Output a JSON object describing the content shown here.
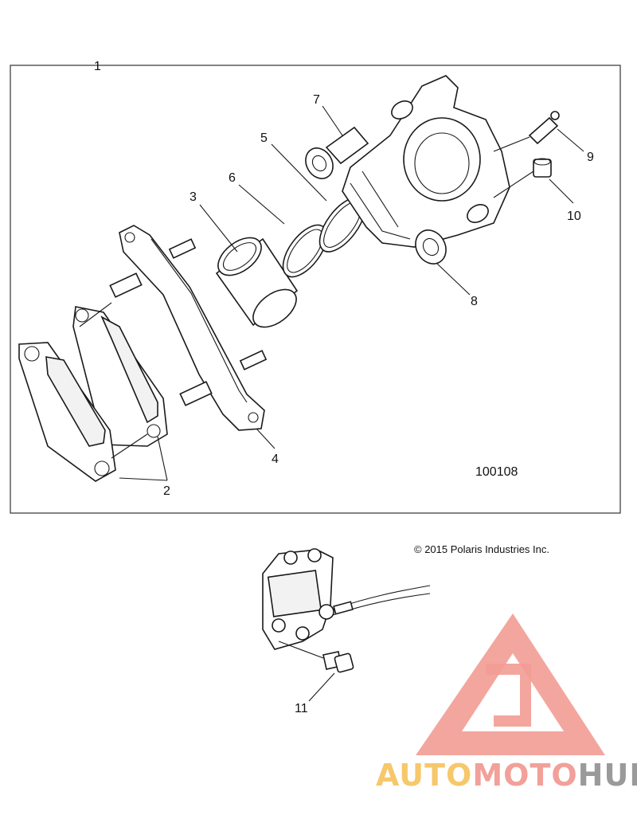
{
  "figure_id": "100108",
  "copyright": "© 2015 Polaris Industries Inc.",
  "callouts": [
    "1",
    "2",
    "3",
    "4",
    "5",
    "6",
    "7",
    "8",
    "9",
    "10",
    "11"
  ],
  "watermark": {
    "part1": "AUTO",
    "part2": "MOTO",
    "part3": "HUB",
    "colors": {
      "auto": "#f6c86b",
      "moto": "#f2a09a",
      "hub": "#9a9a9a",
      "triangle": "#f29c94"
    }
  }
}
